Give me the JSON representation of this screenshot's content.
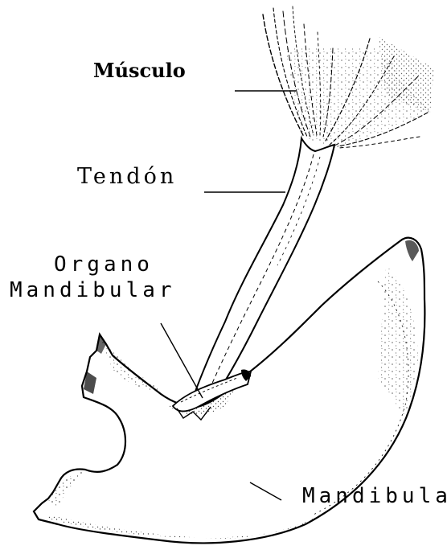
{
  "labels": {
    "musculo": "Músculo",
    "tendon": "Tendón",
    "organo_line1": "Organo",
    "organo_line2": "Mandibular",
    "mandibula": "Mandibula"
  },
  "colors": {
    "ink": "#000000",
    "background": "#ffffff"
  }
}
